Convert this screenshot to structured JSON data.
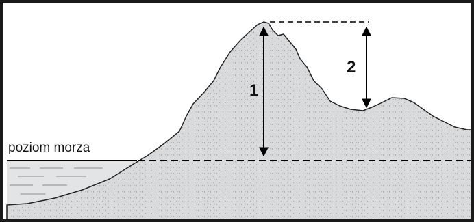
{
  "diagram": {
    "sea_level_label": "poziom morza",
    "marker_1": "1",
    "marker_2": "2"
  }
}
